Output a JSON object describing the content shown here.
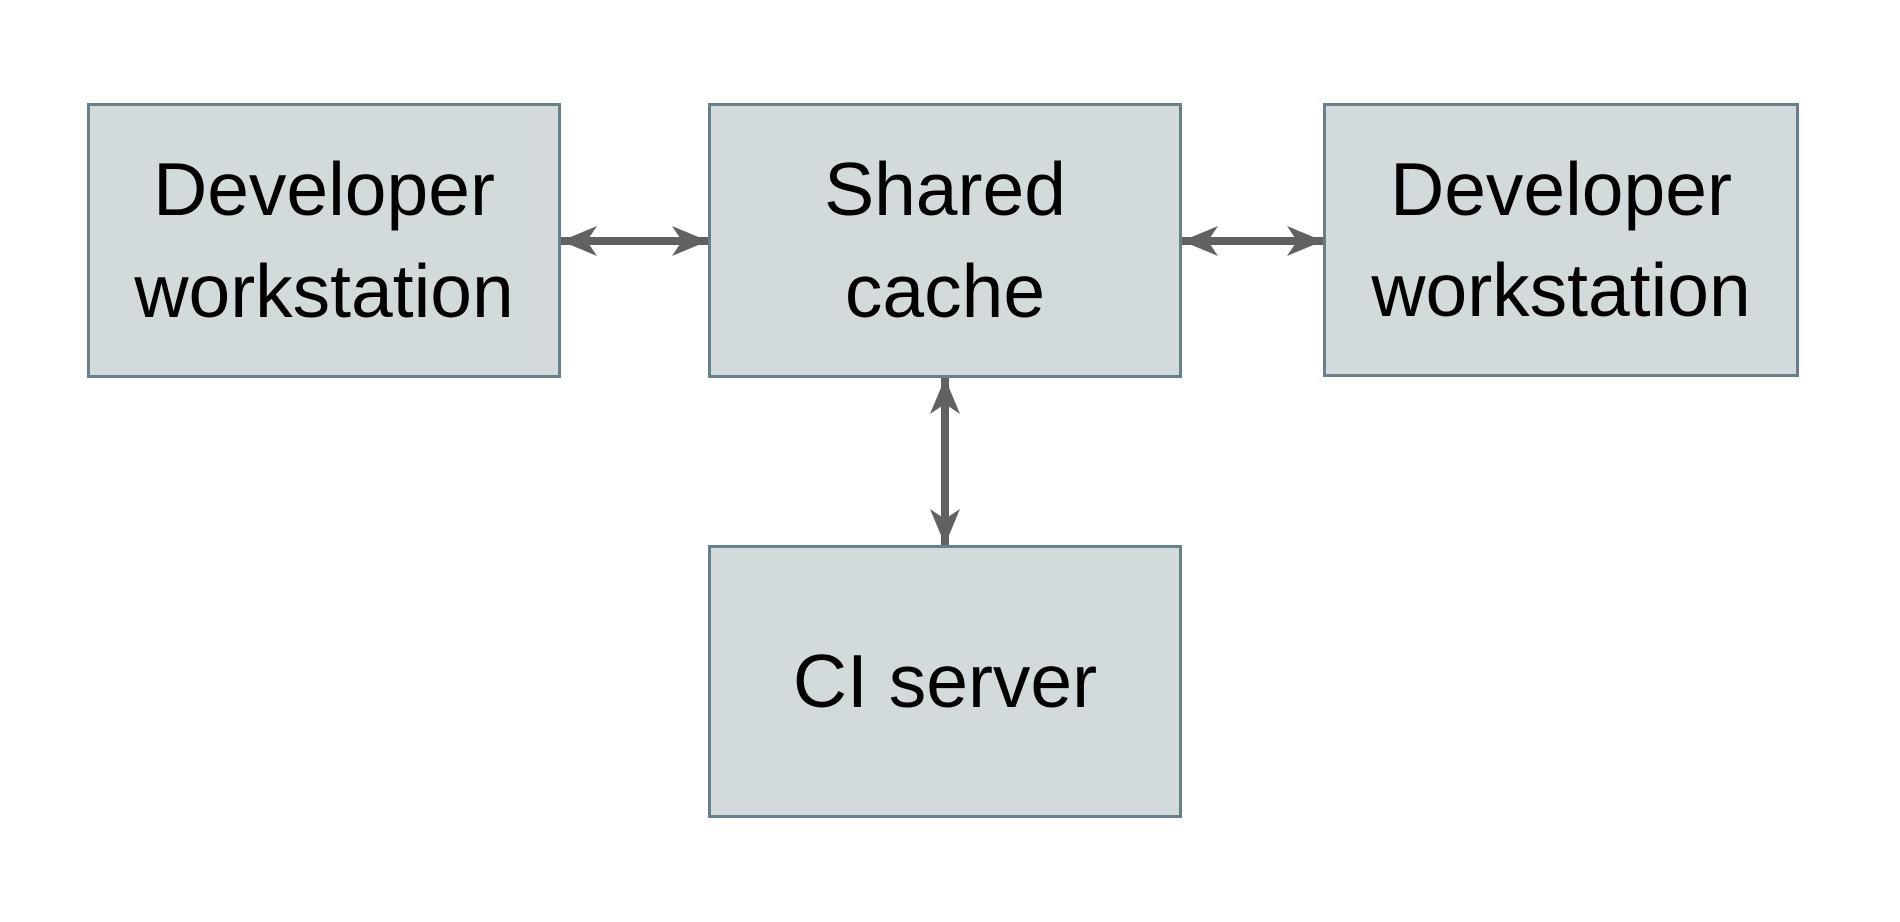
{
  "diagram": {
    "type": "architecture-diagram",
    "nodes": [
      {
        "id": "developer-workstation-left",
        "label": "Developer workstation",
        "lines": [
          "Developer",
          "workstation"
        ]
      },
      {
        "id": "shared-cache",
        "label": "Shared cache",
        "lines": [
          "Shared",
          "cache"
        ]
      },
      {
        "id": "developer-workstation-right",
        "label": "Developer workstation",
        "lines": [
          "Developer",
          "workstation"
        ]
      },
      {
        "id": "ci-server",
        "label": "CI server",
        "lines": [
          "CI server"
        ]
      }
    ],
    "edges": [
      {
        "from": "developer-workstation-left",
        "to": "shared-cache",
        "direction": "bidirectional",
        "orientation": "horizontal"
      },
      {
        "from": "shared-cache",
        "to": "developer-workstation-right",
        "direction": "bidirectional",
        "orientation": "horizontal"
      },
      {
        "from": "shared-cache",
        "to": "ci-server",
        "direction": "bidirectional",
        "orientation": "vertical"
      }
    ],
    "colors": {
      "node_fill": "#d3dadc",
      "node_border": "#66808c",
      "arrow": "#5f6163",
      "text": "#000000",
      "background": "#ffffff"
    }
  }
}
